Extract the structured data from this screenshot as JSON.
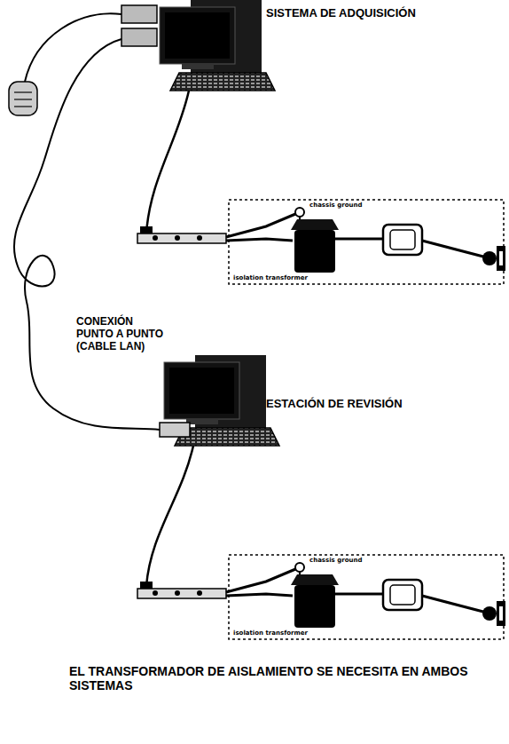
{
  "diagram": {
    "caption": "EL TRANSFORMADOR DE AISLAMIENTO SE NECESITA EN AMBOS SISTEMAS",
    "labels": [
      "SISTEMA DE ADQUISICIÓN",
      "chassis ground",
      "isolation transformer",
      "CONEXIÓN PUNTO A PUNTO (CABLE LAN)",
      "ESTACIÓN DE REVISIÓN",
      "chassis ground",
      "isolation transformer"
    ]
  }
}
